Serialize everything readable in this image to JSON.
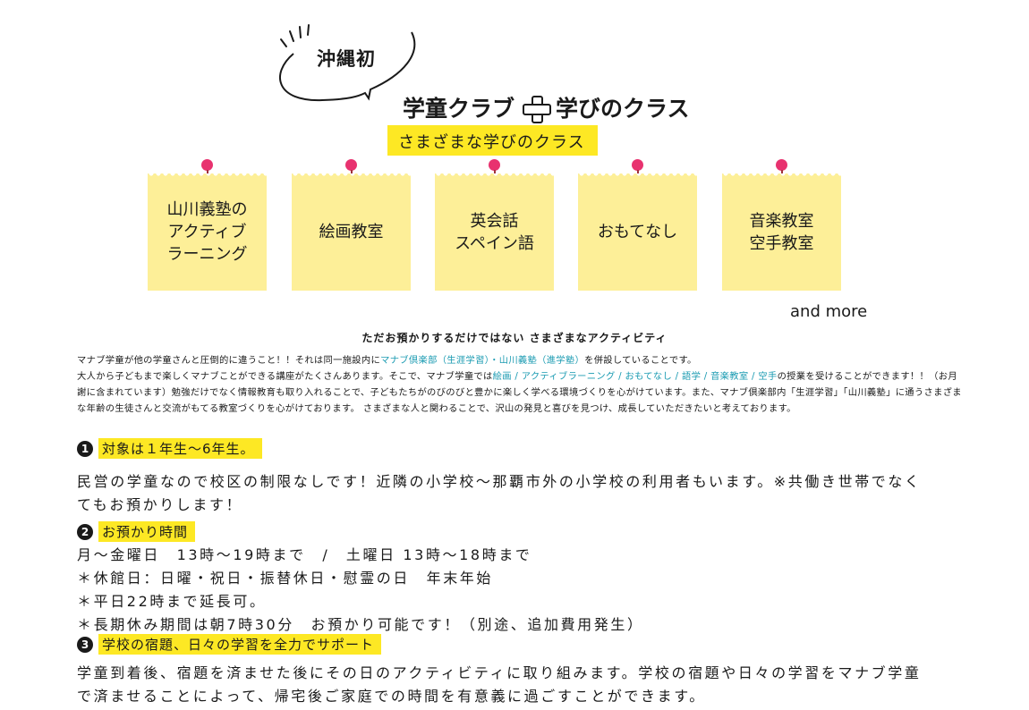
{
  "bubble": {
    "label": "沖縄初"
  },
  "header": {
    "title_left": "学童クラブ",
    "title_right": "学びのクラス",
    "subtitle": "さまざまな学びのクラス"
  },
  "notes": [
    {
      "lines": [
        "山川義塾の",
        "アクティブ",
        "ラーニング"
      ]
    },
    {
      "lines": [
        "絵画教室"
      ]
    },
    {
      "lines": [
        "英会話",
        "スペイン語"
      ]
    },
    {
      "lines": [
        "おもてなし"
      ]
    },
    {
      "lines": [
        "音楽教室",
        "空手教室"
      ]
    }
  ],
  "and_more": "and more",
  "intro": {
    "heading": "ただお預かりするだけではない さまざまなアクティビティ",
    "p1a": "マナブ学童が他の学童さんと圧倒的に違うこと！！それは同一施設内に",
    "p1b": "マナブ倶楽部（生涯学習）・山川義塾（進学塾）",
    "p1c": "を併設していることです。",
    "p2a": "大人から子どもまで楽しくマナブことができる講座がたくさんあります。そこで、マナブ学童では",
    "p2b": "絵画 / アクティブラーニング / おもてなし / 語学 / 音楽教室 / 空手",
    "p2c": "の授業を受けることができます！！（お月謝に含まれています）勉強だけでなく情報教育も取り入れることで、子どもたちがのびのびと豊かに楽しく学べる環境づくりを心がけています。また、マナブ倶楽部内「生涯学習」「山川義塾」に通うさまざまな年齢の生徒さんと交流がもてる教室づくりを心がけております。 さまざまな人と関わることで、沢山の発見と喜びを見つけ、成長していただきたいと考えております。"
  },
  "sections": [
    {
      "num": "1",
      "label": "対象は１年生～6年生。",
      "lines": [
        "民営の学童なので校区の制限なしです！近隣の小学校～那覇市外の小学校の利用者もいます。※共働き世帯でなく",
        "てもお預かりします！"
      ]
    },
    {
      "num": "2",
      "label": "お預かり時間",
      "lines": [
        "月～金曜日　13時～19時まで　/　土曜日 13時～18時まで",
        "＊休館日：日曜・祝日・振替休日・慰霊の日　年末年始",
        "＊平日22時まで延長可。",
        "＊長期休み期間は朝7時30分　お預かり可能です！（別途、追加費用発生）"
      ]
    },
    {
      "num": "3",
      "label": "学校の宿題、日々の学習を全力でサポート",
      "lines": [
        "学童到着後、宿題を済ませた後にその日のアクティビティに取り組みます。学校の宿題や日々の学習をマナブ学童",
        "で済ませることによって、帰宅後ご家庭での時間を有意義に過ごすことができます。"
      ]
    }
  ],
  "colors": {
    "highlight": "#fde824",
    "note": "#fdef98",
    "pin": "#e8326f",
    "link": "#1b9bb2"
  }
}
